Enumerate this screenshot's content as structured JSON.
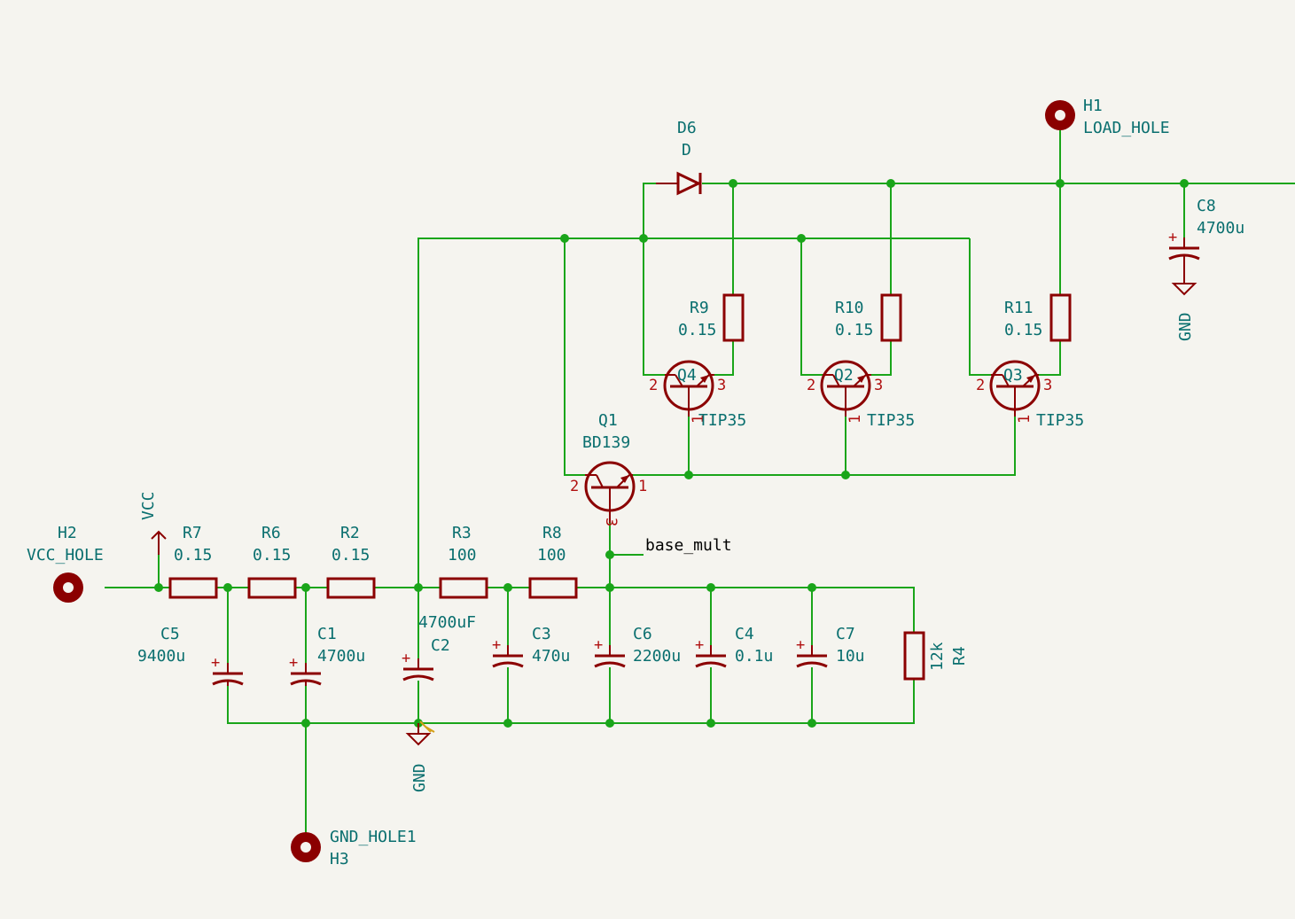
{
  "colors": {
    "background": "#f5f4ef",
    "wire": "#1aa51a",
    "component": "#8b0000",
    "label": "#0a6f6f",
    "pin_number": "#b01010"
  },
  "components": {
    "H1": {
      "ref": "H1",
      "value": "LOAD_HOLE"
    },
    "H2": {
      "ref": "H2",
      "value": "VCC_HOLE"
    },
    "H3": {
      "ref": "H3",
      "value": "GND_HOLE1"
    },
    "D6": {
      "ref": "D6",
      "value": "D"
    },
    "C8": {
      "ref": "C8",
      "value": "4700u"
    },
    "R9": {
      "ref": "R9",
      "value": "0.15"
    },
    "R10": {
      "ref": "R10",
      "value": "0.15"
    },
    "R11": {
      "ref": "R11",
      "value": "0.15"
    },
    "Q4": {
      "ref": "Q4",
      "value": "TIP35"
    },
    "Q2": {
      "ref": "Q2",
      "value": "TIP35"
    },
    "Q3": {
      "ref": "Q3",
      "value": "TIP35"
    },
    "Q1": {
      "ref": "Q1",
      "value": "BD139"
    },
    "R7": {
      "ref": "R7",
      "value": "0.15"
    },
    "R6": {
      "ref": "R6",
      "value": "0.15"
    },
    "R2": {
      "ref": "R2",
      "value": "0.15"
    },
    "R3": {
      "ref": "R3",
      "value": "100"
    },
    "R8": {
      "ref": "R8",
      "value": "100"
    },
    "C5": {
      "ref": "C5",
      "value": "9400u"
    },
    "C1": {
      "ref": "C1",
      "value": "4700u"
    },
    "C2": {
      "ref": "C2",
      "value": "4700uF"
    },
    "C3": {
      "ref": "C3",
      "value": "470u"
    },
    "C6": {
      "ref": "C6",
      "value": "2200u"
    },
    "C4": {
      "ref": "C4",
      "value": "0.1u"
    },
    "C7": {
      "ref": "C7",
      "value": "10u"
    },
    "R4": {
      "ref": "R4",
      "value": "12k"
    }
  },
  "power": {
    "vcc": "VCC",
    "gnd": "GND"
  },
  "nets": {
    "base_mult": "base_mult"
  },
  "pins": {
    "p1": "1",
    "p2": "2",
    "p3": "3"
  }
}
